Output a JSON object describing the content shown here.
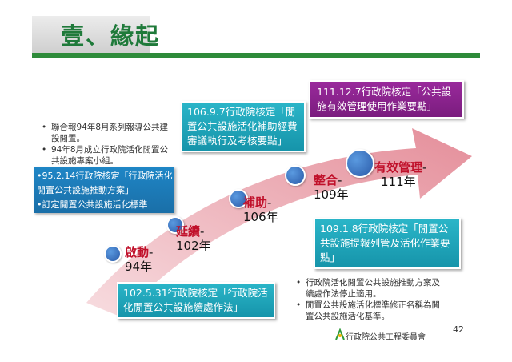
{
  "title": "壹、緣起",
  "bullets_left": [
    "聯合報94年8月系列報導公共建設閒置。",
    "94年8月成立行政院活化閒置公共設施專案小組。"
  ],
  "blue_box": [
    "•95.2.14行政院核定「行政院活化閒置公共設施推動方案」",
    "•訂定閒置公共設施活化標準"
  ],
  "boxes": {
    "b1": "102.5.31行政院核定「行政院活化閒置公共設施續處作法」",
    "b2": "106.9.7行政院核定「閒置公共設施活化補助經費審議執行及考核要點」",
    "b3": "111.12.7行政院核定「公共設施有效管理使用作業要點」",
    "b4": "109.1.8行政院核定「閒置公共設施提報列管及活化作業要點」"
  },
  "milestones": {
    "m1": {
      "name": "啟動",
      "year": "94年"
    },
    "m2": {
      "name": "延續",
      "year": "102年"
    },
    "m3": {
      "name": "補助",
      "year": "106年"
    },
    "m4": {
      "name": "整合",
      "year": "109年"
    },
    "m5": {
      "name": "有效管理",
      "year": "111年"
    }
  },
  "bullets_right": [
    "行政院活化閒置公共設施推動方案及續處作法停止適用。",
    "閒置公共設施活化標準修正名稱為閒置公共設施活化基準。"
  ],
  "page_number": "42",
  "logo_text": "行政院公共工程委員會",
  "colors": {
    "title": "#1f7a3a",
    "accent_red": "#c0102a",
    "teal": "#1ca3b8",
    "purple": "#8b2490",
    "arrow": "#e8a0a8"
  }
}
